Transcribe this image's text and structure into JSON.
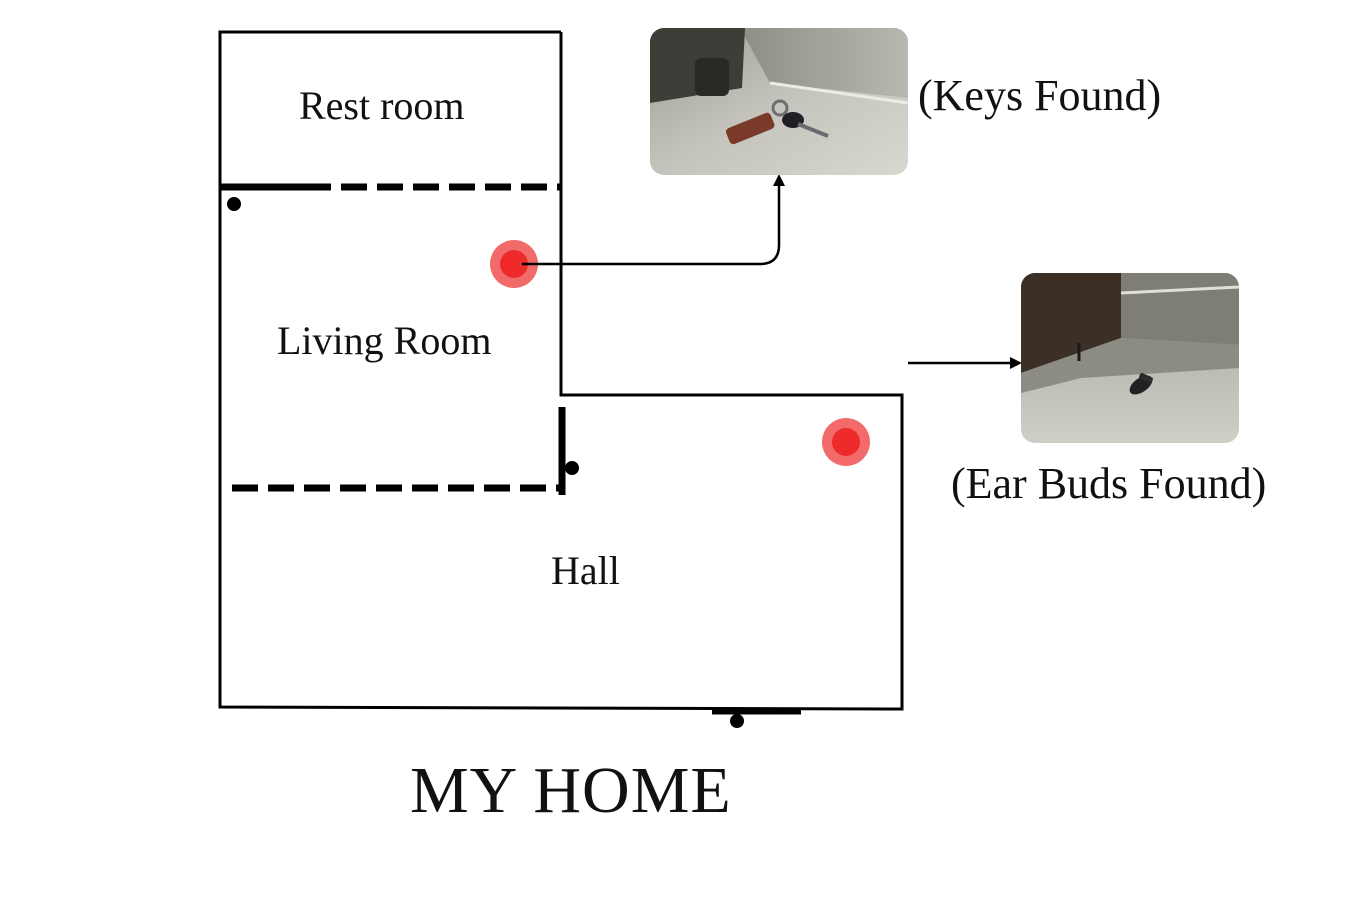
{
  "diagram": {
    "title": "MY HOME",
    "rooms": {
      "rest_room": "Rest room",
      "living_room": "Living Room",
      "hall": "Hall"
    },
    "findings": {
      "keys": {
        "caption": "(Keys Found)",
        "photo": "keys-on-floor-photo"
      },
      "ear_buds": {
        "caption": "(Ear Buds Found)",
        "photo": "ear-bud-on-floor-photo"
      }
    },
    "colors": {
      "wall": "#000000",
      "marker": "#ee2a2a",
      "marker_halo": "#f36a6a"
    }
  }
}
